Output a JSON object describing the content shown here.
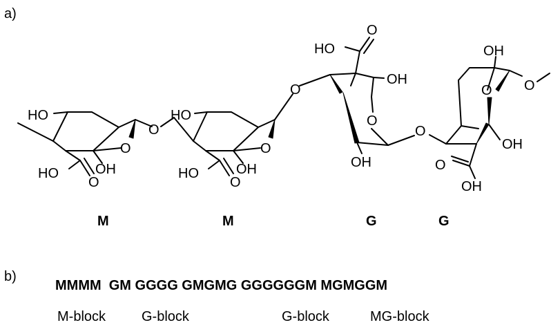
{
  "panel_a": "a)",
  "panel_b": "b)",
  "atoms": {
    "ho": "HO",
    "oh": "OH",
    "o": "O"
  },
  "units": [
    "M",
    "M",
    "G",
    "G"
  ],
  "sequence": "MMMM  GM GGGG GMGMG GGGGGGM MGMGGM",
  "blocks": [
    "M-block",
    "G-block",
    "G-block",
    "MG-block"
  ]
}
